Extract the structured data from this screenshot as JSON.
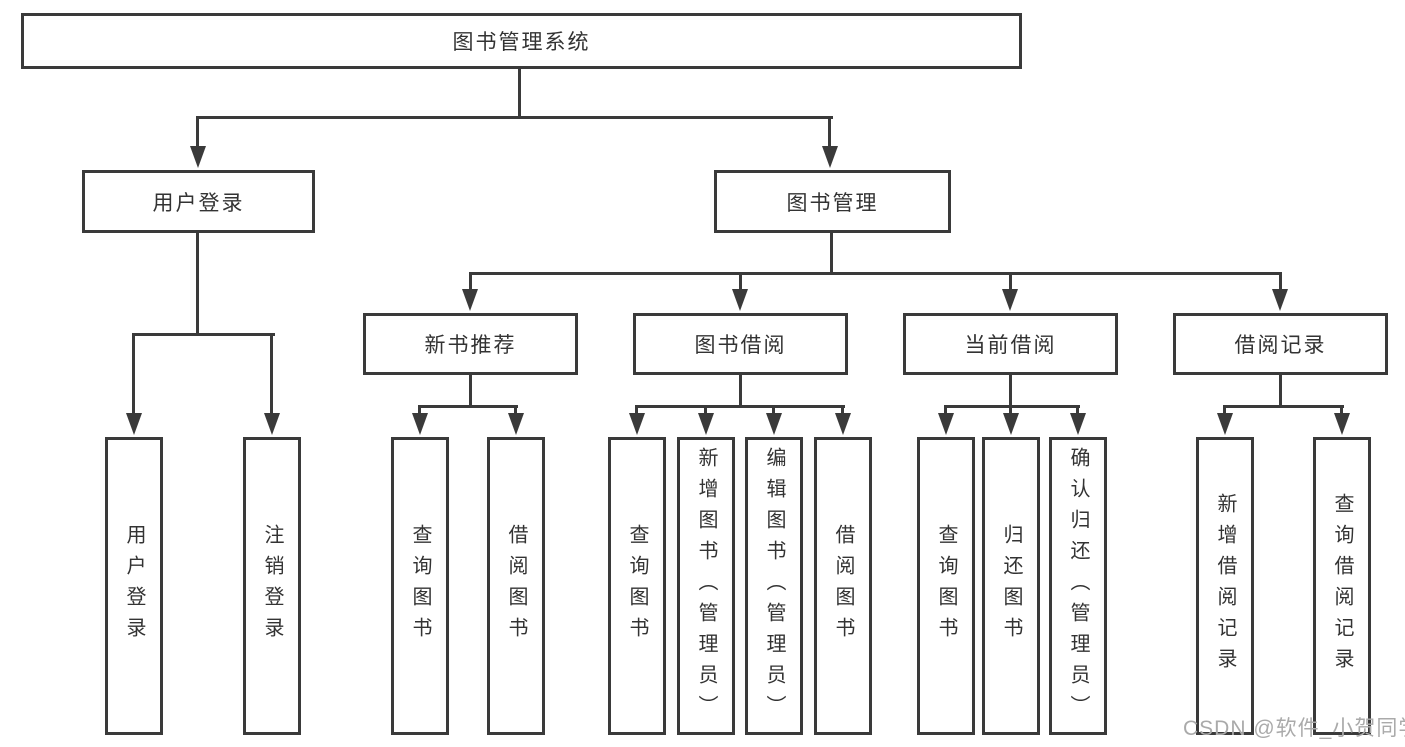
{
  "tree": {
    "root": "图书管理系统",
    "branches": [
      {
        "label": "用户登录",
        "children": [
          "用户登录",
          "注销登录"
        ]
      },
      {
        "label": "图书管理",
        "groups": [
          {
            "label": "新书推荐",
            "children": [
              "查询图书",
              "借阅图书"
            ]
          },
          {
            "label": "图书借阅",
            "children": [
              "查询图书",
              "新增图书（管理员）",
              "编辑图书（管理员）",
              "借阅图书"
            ]
          },
          {
            "label": "当前借阅",
            "children": [
              "查询图书",
              "归还图书",
              "确认归还（管理员）"
            ]
          },
          {
            "label": "借阅记录",
            "children": [
              "新增借阅记录",
              "查询借阅记录"
            ]
          }
        ]
      }
    ]
  },
  "watermark": {
    "text": "CSDN @软件_小贺同学"
  },
  "colors": {
    "line": "#3a3a3a",
    "text": "#333333",
    "watermark": "#aaaaaa",
    "background": "#ffffff"
  }
}
